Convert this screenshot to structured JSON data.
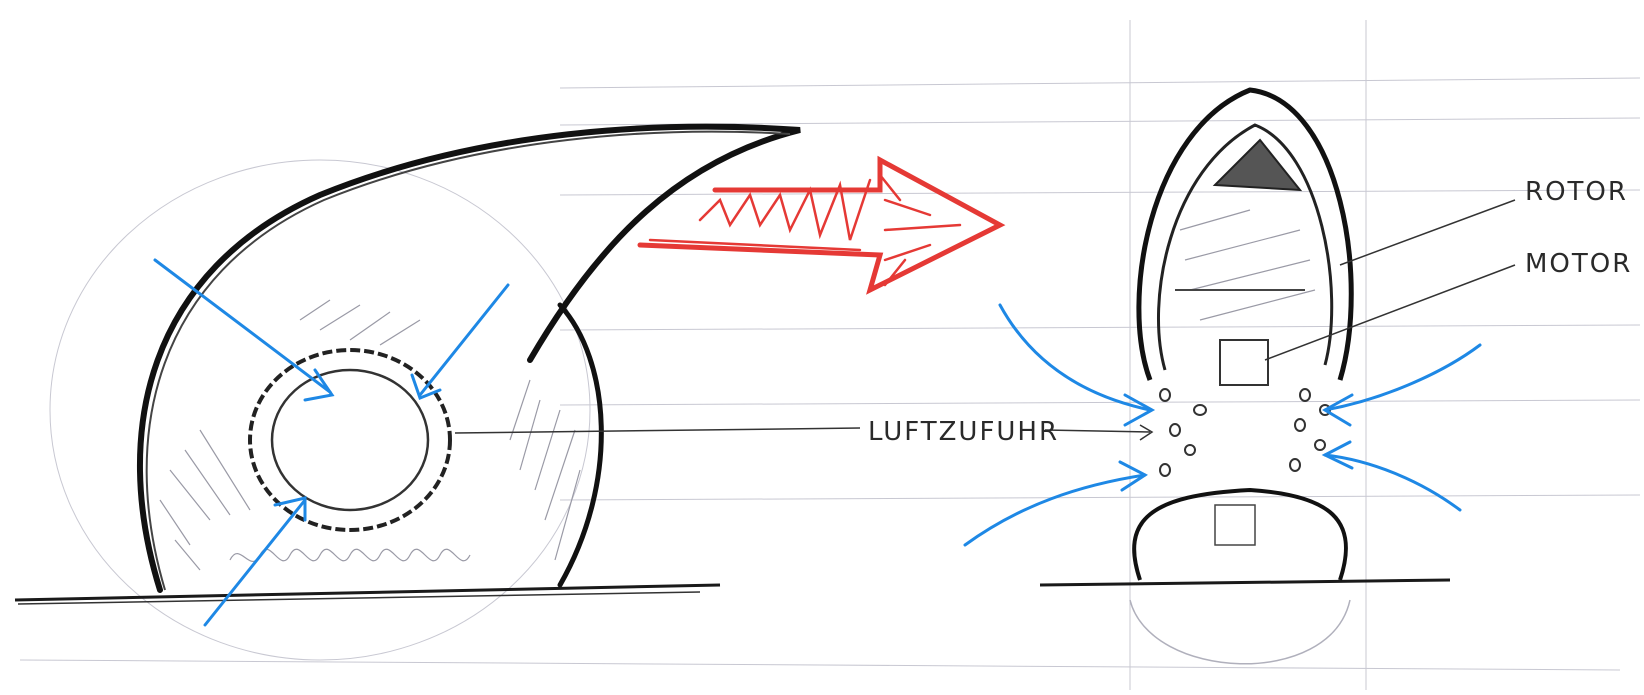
{
  "labels": {
    "rotor": "ROTOR",
    "motor": "MOTOR",
    "luftzufuhr": "LUFTZUFUHR"
  },
  "colors": {
    "ink": "#1a1a1a",
    "pencil": "#9a9aa6",
    "air_arrows": "#1e88e5",
    "transform_arrow": "#e53935"
  }
}
